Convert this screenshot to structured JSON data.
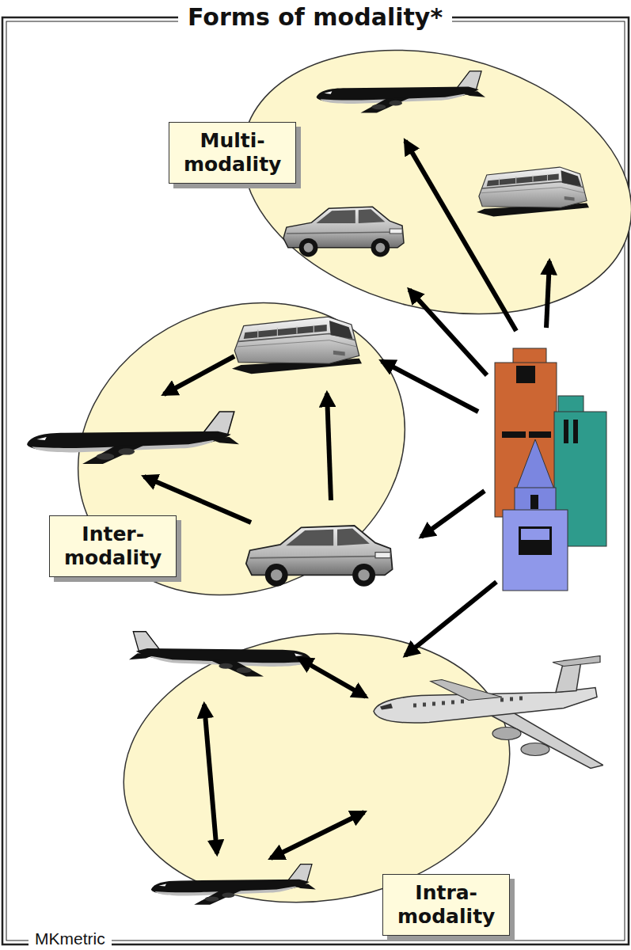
{
  "diagram": {
    "title": "Forms of modality*",
    "caption": "MKmetric",
    "nodes": [
      {
        "text": [
          "Multi- modality"
        ]
      },
      {
        "text": [
          "Inter- modality"
        ]
      },
      {
        "text": [
          "Intra- modality"
        ]
      }
    ]
  }
}
